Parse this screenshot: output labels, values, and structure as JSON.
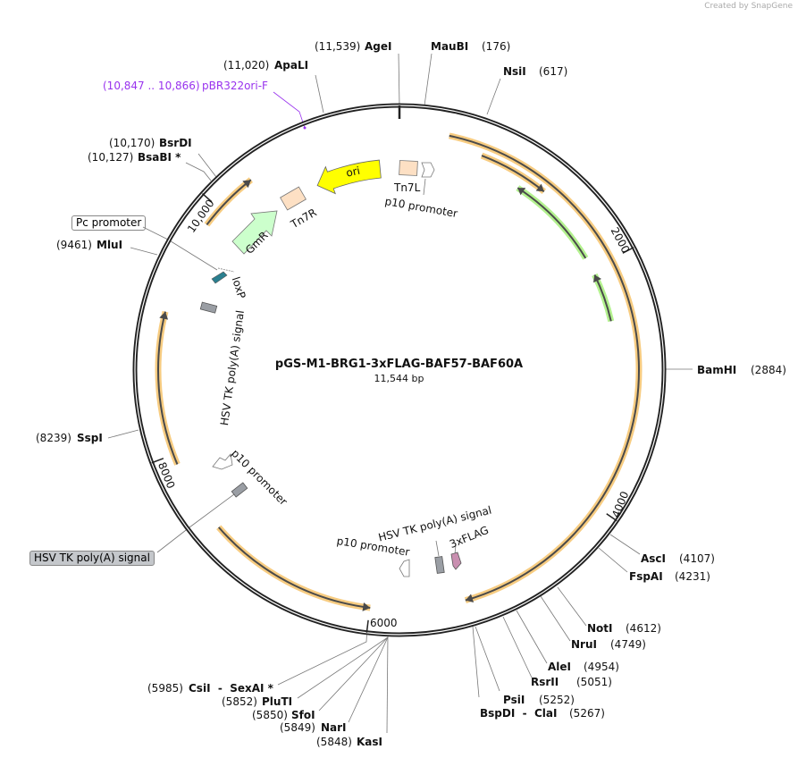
{
  "watermark": "Created by SnapGene",
  "plasmid": {
    "name": "pGS-M1-BRG1-3xFLAG-BAF57-BAF60A",
    "size_label": "11,544 bp",
    "length_bp": 11544
  },
  "ticks": [
    "2000",
    "4000",
    "6000",
    "8000",
    "10,000"
  ],
  "enzymes": [
    {
      "name": "AgeI",
      "pos": "(11,539)"
    },
    {
      "name": "MauBI",
      "pos": "(176)"
    },
    {
      "name": "NsiI",
      "pos": "(617)"
    },
    {
      "name": "ApaLI",
      "pos": "(11,020)"
    },
    {
      "name": "BsrDI",
      "pos": "(10,170)"
    },
    {
      "name": "BsaBI *",
      "pos": "(10,127)"
    },
    {
      "name": "MluI",
      "pos": "(9461)"
    },
    {
      "name": "BamHI",
      "pos": "(2884)"
    },
    {
      "name": "SspI",
      "pos": "(8239)"
    },
    {
      "name": "AscI",
      "pos": "(4107)"
    },
    {
      "name": "FspAI",
      "pos": "(4231)"
    },
    {
      "name": "NotI",
      "pos": "(4612)"
    },
    {
      "name": "NruI",
      "pos": "(4749)"
    },
    {
      "name": "AleI",
      "pos": "(4954)"
    },
    {
      "name": "RsrII",
      "pos": "(5051)"
    },
    {
      "name": "PsiI",
      "pos": "(5252)"
    },
    {
      "name": "BspDI  -  ClaI",
      "pos": "(5267)"
    },
    {
      "name": "CsiI  -  SexAI *",
      "pos": "(5985)"
    },
    {
      "name": "PluTI",
      "pos": "(5852)"
    },
    {
      "name": "SfoI",
      "pos": "(5850)"
    },
    {
      "name": "NarI",
      "pos": "(5849)"
    },
    {
      "name": "KasI",
      "pos": "(5848)"
    }
  ],
  "primer": {
    "name": "pBR322ori-F",
    "pos": "(10,847 .. 10,866)",
    "color": "#9933ee"
  },
  "callouts": {
    "pc_promoter": "Pc promoter",
    "hsv_tk": "HSV TK poly(A) signal"
  },
  "features": {
    "ori": "ori",
    "gmr": "GmR",
    "tn7l": "Tn7L",
    "tn7r": "Tn7R",
    "p10_top": "p10 promoter",
    "loxp": "loxP",
    "hsv_left": "HSV TK poly(A) signal",
    "p10_left": "p10 promoter",
    "hsv_bottom": "HSV TK poly(A) signal",
    "flag": "3xFLAG",
    "p10_bottom": "p10 promoter"
  },
  "arcs": [
    {
      "start": 385,
      "end": 5259,
      "dir": "fwd",
      "color": "#f6c36b"
    },
    {
      "start": 673,
      "end": 1251,
      "dir": "fwd",
      "color": "#f6c36b"
    },
    {
      "start": 1058,
      "end": 1892,
      "dir": "rev",
      "color": "#a6ee7a"
    },
    {
      "start": 2052,
      "end": 2469,
      "dir": "rev",
      "color": "#a6ee7a"
    },
    {
      "start": 5997,
      "end": 7343,
      "dir": "rev",
      "color": "#f6c36b"
    },
    {
      "start": 7921,
      "end": 9107,
      "dir": "fwd",
      "color": "#f6c36b"
    },
    {
      "start": 9845,
      "end": 10326,
      "dir": "fwd",
      "color": "#f6c36b"
    }
  ],
  "colors": {
    "backbone": "#222222",
    "ori": "#ffff00",
    "gmr": "#ccffcc",
    "tn7": "#fde0c4",
    "polyA": "#9a9ea4",
    "flag": "#c98fb0",
    "loxp": "#2a7f8f"
  }
}
